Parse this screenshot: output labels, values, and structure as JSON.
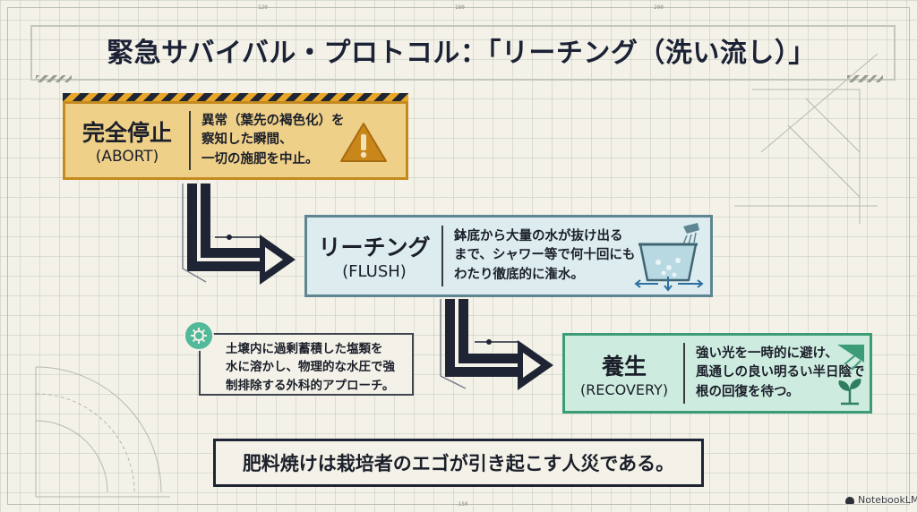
{
  "title": "緊急サバイバル・プロトコル：「リーチング（洗い流し）」",
  "ruler": {
    "top_marks": [
      "120",
      "180",
      "200"
    ],
    "bottom_mark": "-150"
  },
  "steps": [
    {
      "id": "abort",
      "name": "完全停止",
      "sub": "(ABORT)",
      "desc": [
        "異常（葉先の褐色化）を",
        "察知した瞬間、",
        "一切の施肥を中止。"
      ],
      "icon": "warning-icon",
      "color": "#c58a1f"
    },
    {
      "id": "flush",
      "name": "リーチング",
      "sub": "(FLUSH)",
      "desc": [
        "鉢底から大量の水が抜け出る",
        "まで、シャワー等で何十回にも",
        "わたり徹底的に潅水。"
      ],
      "icon": "watering-pot-icon",
      "color": "#5d8592"
    },
    {
      "id": "recovery",
      "name": "養生",
      "sub": "(RECOVERY)",
      "desc": [
        "強い光を一時的に避け、",
        "風通しの良い明るい半日陰で",
        "根の回復を待つ。"
      ],
      "icon": "sprout-shade-icon",
      "color": "#3d9c78"
    }
  ],
  "note": {
    "lines": [
      "土壌内に過剰蓄積した塩類を",
      "水に溶かし、物理的な水圧で強",
      "制排除する外科的アプローチ。"
    ],
    "icon": "gear-icon"
  },
  "conclusion": "肥料焼けは栽培者のエゴが引き起こす人災である。",
  "watermark": "NotebookLM"
}
